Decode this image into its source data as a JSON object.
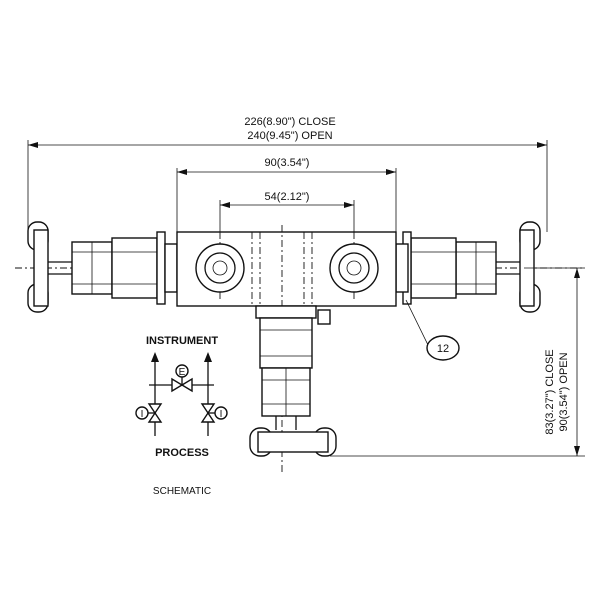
{
  "dimensions": {
    "overall_close": "226(8.90\")  CLOSE",
    "overall_open": "240(9.45\")  OPEN",
    "center_outer": "90(3.54\")",
    "center_inner": "54(2.12\")",
    "height_close": "83(3.27\")  CLOSE",
    "height_open": "90(3.54\")  OPEN"
  },
  "callout": {
    "number": "12"
  },
  "schematic": {
    "top_label": "INSTRUMENT",
    "bottom_label": "PROCESS",
    "caption": "SCHEMATIC",
    "equalize_mark": "E",
    "isolate_mark": "I"
  }
}
